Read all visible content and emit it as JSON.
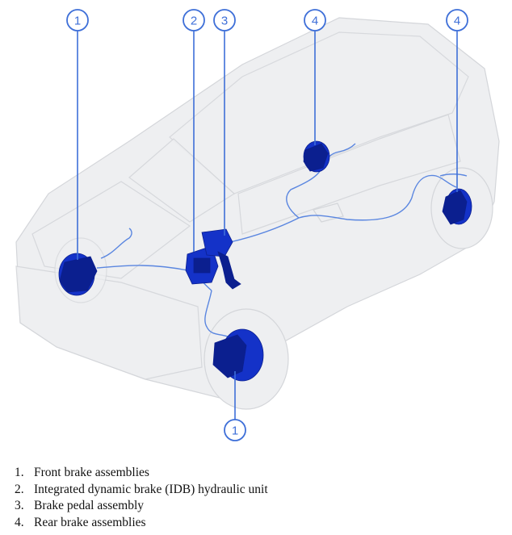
{
  "colors": {
    "component": "#1432c8",
    "component_dark": "#0b1f8f",
    "callout": "#3e6fd8",
    "line": "#5a86e0",
    "vehicle_fill": "#eeeff1",
    "vehicle_stroke": "#d4d6da"
  },
  "callouts": [
    {
      "number": "1",
      "target": "front-left-brake"
    },
    {
      "number": "2",
      "target": "idb-hydraulic-unit"
    },
    {
      "number": "3",
      "target": "brake-pedal"
    },
    {
      "number": "4",
      "target": "rear-left-brake"
    },
    {
      "number": "4",
      "target": "rear-right-brake"
    },
    {
      "number": "1",
      "target": "front-right-brake"
    }
  ],
  "legend": [
    {
      "number": "1.",
      "label": "Front brake assemblies"
    },
    {
      "number": "2.",
      "label": "Integrated dynamic brake (IDB) hydraulic unit"
    },
    {
      "number": "3.",
      "label": "Brake pedal assembly"
    },
    {
      "number": "4.",
      "label": "Rear brake assemblies"
    }
  ]
}
